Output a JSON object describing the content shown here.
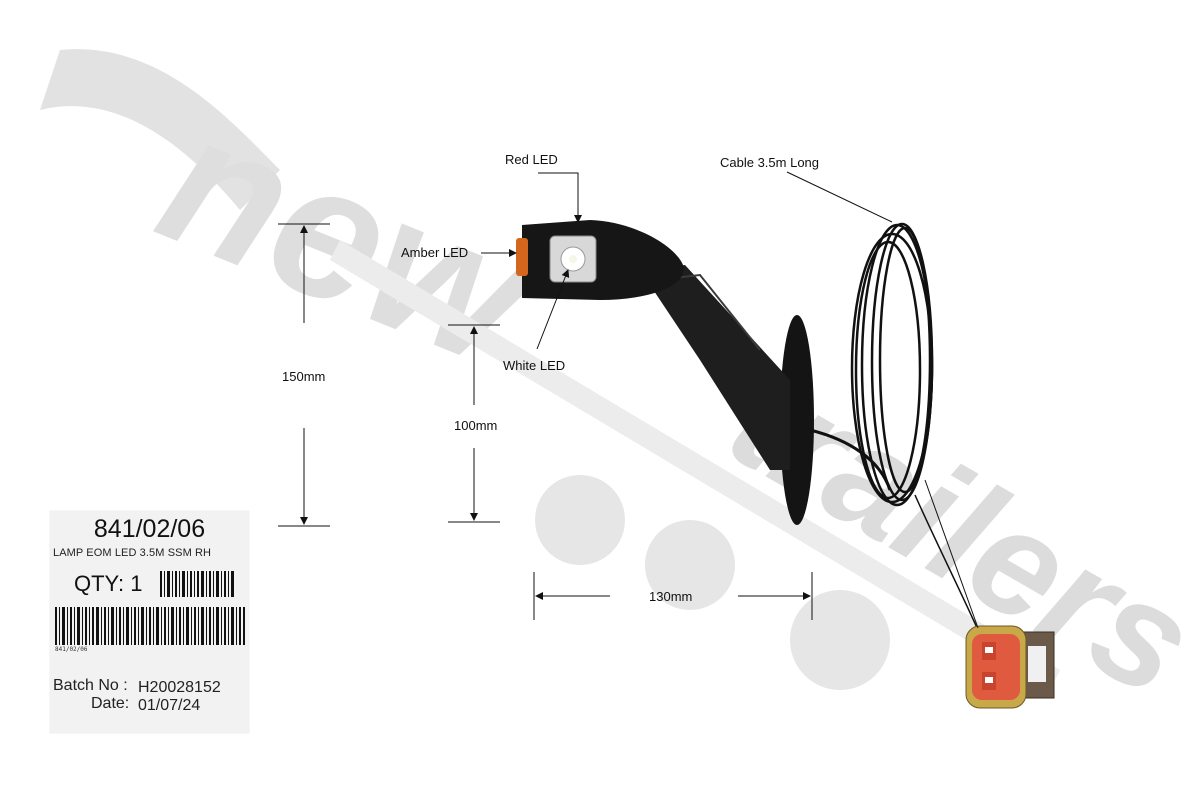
{
  "watermark": {
    "text_new": "new",
    "text_trailers": "trailers",
    "color": "#d6d6d6"
  },
  "callouts": {
    "red_led": "Red LED",
    "amber_led": "Amber LED",
    "white_led": "White LED",
    "cable": "Cable 3.5m Long"
  },
  "dimensions": {
    "height_total": "150mm",
    "height_arm": "100mm",
    "width": "130mm"
  },
  "label_sticker": {
    "part_number": "841/02/06",
    "description": "LAMP EOM LED 3.5M SSM RH",
    "qty": "QTY: 1",
    "barcode_text": "841/02/06",
    "batch_label": "Batch No :",
    "batch_value": "H20028152",
    "date_label": "Date:",
    "date_value": "01/07/24"
  },
  "colors": {
    "lamp_body": "#1a1a1a",
    "amber": "#d4661e",
    "connector": "#e05a40",
    "connector_ring": "#c8a848"
  }
}
